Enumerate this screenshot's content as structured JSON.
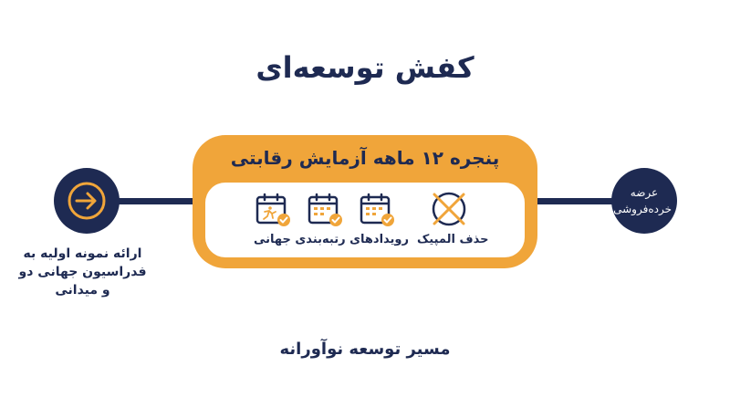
{
  "title": "کفش توسعه‌ای",
  "left_node": {
    "icon": "arrow-right-circle-icon",
    "label": "ارائه نمونه اولیه به فدراسیون جهانی دو و میدانی"
  },
  "right_node": {
    "label": "عرضه خرده‌فروشی"
  },
  "capsule": {
    "title": "پنجره ۱۲ ماهه آزمایش رقابتی",
    "left_group_label": "رویدادهای رتبه‌بندی جهانی",
    "right_item_label": "حذف المپیک"
  },
  "footer": "مسیر توسعه نوآورانه",
  "colors": {
    "navy": "#1e2a52",
    "orange": "#f0a53a",
    "white": "#ffffff"
  }
}
